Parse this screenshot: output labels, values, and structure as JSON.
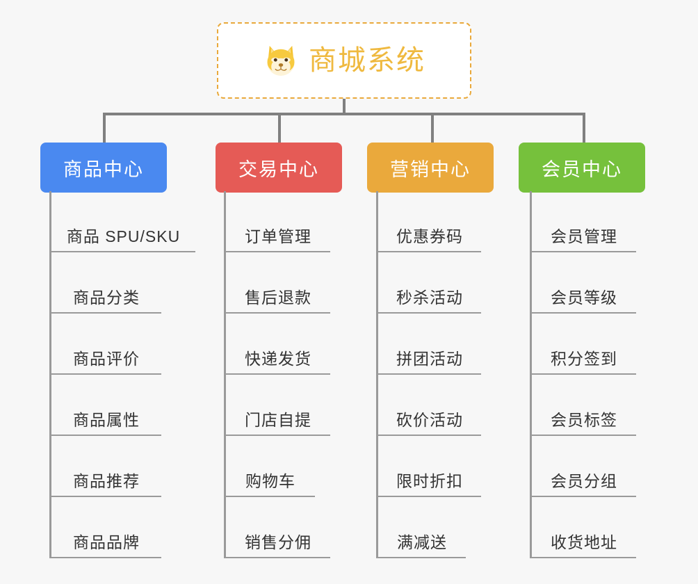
{
  "root": {
    "title": "商城系统",
    "icon": "dog-face-icon",
    "border_color": "#e9a93b",
    "text_color": "#efb93f",
    "background": "#ffffff"
  },
  "canvas": {
    "background": "#f7f7f7",
    "connector_color": "#808080",
    "leaf_line_color": "#9a9a9a"
  },
  "categories": [
    {
      "label": "商品中心",
      "color": "#4a89f0",
      "items": [
        "商品 SPU/SKU",
        "商品分类",
        "商品评价",
        "商品属性",
        "商品推荐",
        "商品品牌"
      ]
    },
    {
      "label": "交易中心",
      "color": "#e55b56",
      "items": [
        "订单管理",
        "售后退款",
        "快递发货",
        "门店自提",
        "购物车",
        "销售分佣"
      ]
    },
    {
      "label": "营销中心",
      "color": "#eaa93c",
      "items": [
        "优惠券码",
        "秒杀活动",
        "拼团活动",
        "砍价活动",
        "限时折扣",
        "满减送"
      ]
    },
    {
      "label": "会员中心",
      "color": "#76c13c",
      "items": [
        "会员管理",
        "会员等级",
        "积分签到",
        "会员标签",
        "会员分组",
        "收货地址"
      ]
    }
  ]
}
